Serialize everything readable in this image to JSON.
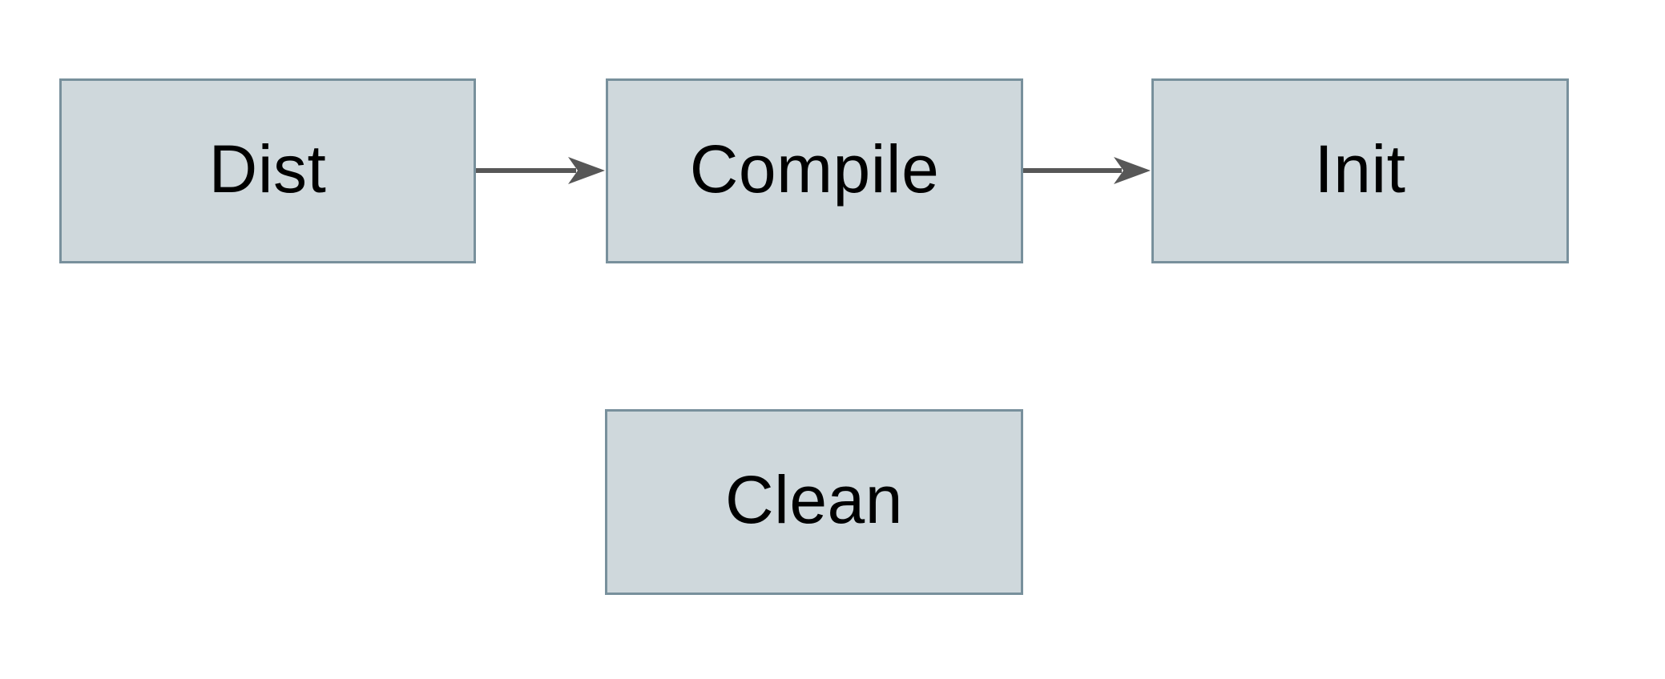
{
  "diagram": {
    "nodes": [
      {
        "id": "dist",
        "label": "Dist"
      },
      {
        "id": "compile",
        "label": "Compile"
      },
      {
        "id": "init",
        "label": "Init"
      },
      {
        "id": "clean",
        "label": "Clean"
      }
    ],
    "edges": [
      {
        "from": "Dist",
        "to": "Compile"
      },
      {
        "from": "Compile",
        "to": "Init"
      }
    ]
  },
  "colors": {
    "background": "#ffffff",
    "node-fill": "#cfd8dc",
    "node-border": "#78909c",
    "arrow": "#575757",
    "text": "#000000"
  }
}
